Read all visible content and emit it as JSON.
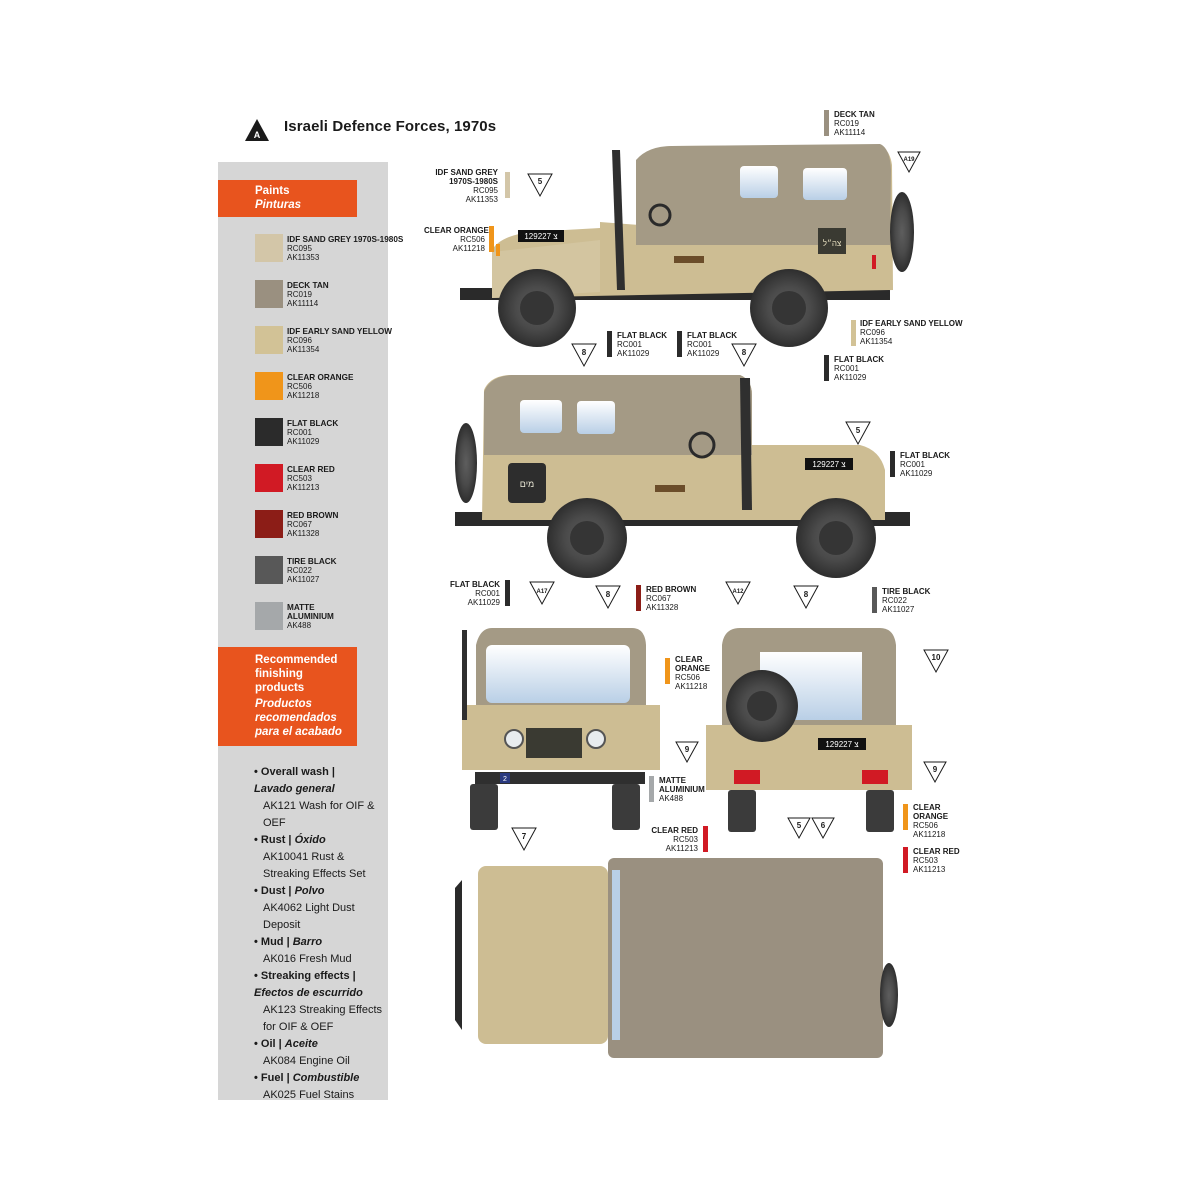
{
  "header": {
    "badge_letter": "A",
    "title": "Israeli Defence Forces, 1970s"
  },
  "paints_header": {
    "en": "Paints",
    "es": "Pinturas"
  },
  "paints": [
    {
      "name": "IDF SAND GREY 1970S-1980S",
      "rc": "RC095",
      "ak": "AK11353",
      "color": "#d3c6a8"
    },
    {
      "name": "DECK TAN",
      "rc": "RC019",
      "ak": "AK11114",
      "color": "#9a9080"
    },
    {
      "name": "IDF EARLY SAND YELLOW",
      "rc": "RC096",
      "ak": "AK11354",
      "color": "#d2c296"
    },
    {
      "name": "CLEAR ORANGE",
      "rc": "RC506",
      "ak": "AK11218",
      "color": "#f0951a"
    },
    {
      "name": "FLAT BLACK",
      "rc": "RC001",
      "ak": "AK11029",
      "color": "#2b2b2b"
    },
    {
      "name": "CLEAR RED",
      "rc": "RC503",
      "ak": "AK11213",
      "color": "#d11a24"
    },
    {
      "name": "RED BROWN",
      "rc": "RC067",
      "ak": "AK11328",
      "color": "#8c1d17"
    },
    {
      "name": "TIRE BLACK",
      "rc": "RC022",
      "ak": "AK11027",
      "color": "#585858"
    },
    {
      "name": "MATTE ALUMINIUM",
      "rc": "",
      "ak": "AK488",
      "color": "#a5a8aa"
    }
  ],
  "finishing_header": {
    "en": "Recommended finishing products",
    "es": "Productos recomendados para el acabado"
  },
  "finishing": [
    {
      "en": "Overall wash |",
      "es": "Lavado general",
      "product": "AK121 Wash for OIF & OEF"
    },
    {
      "en": "Rust |",
      "es": "Óxido",
      "product": "AK10041 Rust & Streaking Effects Set"
    },
    {
      "en": "Dust |",
      "es": "Polvo",
      "product": "AK4062 Light Dust Deposit"
    },
    {
      "en": "Mud |",
      "es": "Barro",
      "product": "AK016 Fresh Mud"
    },
    {
      "en": "Streaking effects |",
      "es": "Efectos de escurrido",
      "product": "AK123 Streaking Effects for OIF & OEF"
    },
    {
      "en": "Oil |",
      "es": "Aceite",
      "product": "AK084 Engine Oil"
    },
    {
      "en": "Fuel |",
      "es": "Combustible",
      "product": "AK025 Fuel Stains"
    }
  ],
  "vehicle": {
    "plate": "129227 צ",
    "side_text": "מים",
    "hood_marking": "צה״ל",
    "front_number": "2"
  },
  "markers": {
    "m5": "5",
    "m8": "8",
    "m7": "7",
    "m9": "9",
    "m6": "6",
    "m10": "10",
    "a19": "A19",
    "a17": "A17",
    "a12": "A12"
  },
  "callouts": [
    {
      "id": "c1",
      "name": "DECK TAN",
      "rc": "RC019",
      "ak": "AK11114"
    },
    {
      "id": "c2",
      "name": "IDF SAND GREY 1970S-1980S",
      "rc": "RC095",
      "ak": "AK11353"
    },
    {
      "id": "c3",
      "name": "CLEAR ORANGE",
      "rc": "RC506",
      "ak": "AK11218"
    },
    {
      "id": "c4",
      "name": "IDF EARLY SAND YELLOW",
      "rc": "RC096",
      "ak": "AK11354"
    },
    {
      "id": "c5",
      "name": "FLAT BLACK",
      "rc": "RC001",
      "ak": "AK11029"
    },
    {
      "id": "c6",
      "name": "FLAT BLACK",
      "rc": "RC001",
      "ak": "AK11029"
    },
    {
      "id": "c7",
      "name": "FLAT BLACK",
      "rc": "RC001",
      "ak": "AK11029"
    },
    {
      "id": "c8",
      "name": "FLAT BLACK",
      "rc": "RC001",
      "ak": "AK11029"
    },
    {
      "id": "c9",
      "name": "FLAT BLACK",
      "rc": "RC001",
      "ak": "AK11029"
    },
    {
      "id": "c10",
      "name": "RED BROWN",
      "rc": "RC067",
      "ak": "AK11328"
    },
    {
      "id": "c11",
      "name": "TIRE BLACK",
      "rc": "RC022",
      "ak": "AK11027"
    },
    {
      "id": "c12",
      "name": "CLEAR ORANGE",
      "rc": "RC506",
      "ak": "AK11218"
    },
    {
      "id": "c13",
      "name": "MATTE ALUMINIUM",
      "rc": "",
      "ak": "AK488"
    },
    {
      "id": "c14",
      "name": "CLEAR RED",
      "rc": "RC503",
      "ak": "AK11213"
    },
    {
      "id": "c15",
      "name": "CLEAR ORANGE",
      "rc": "RC506",
      "ak": "AK11218"
    },
    {
      "id": "c16",
      "name": "CLEAR RED",
      "rc": "RC503",
      "ak": "AK11213"
    }
  ]
}
